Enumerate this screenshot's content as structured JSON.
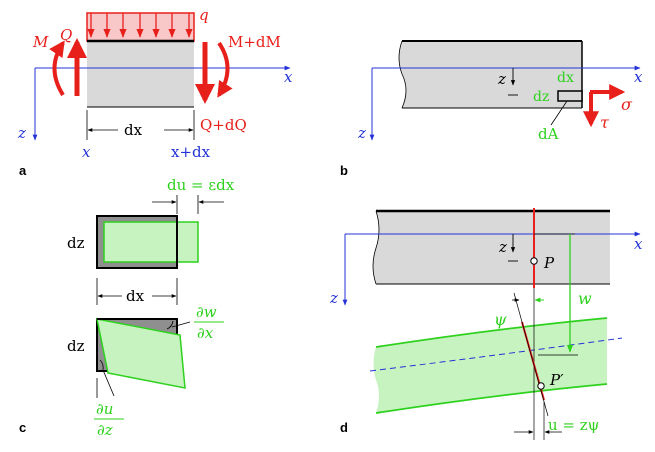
{
  "colors": {
    "red": "#e8201b",
    "green": "#2fd11f",
    "blue": "#2433d6",
    "beam": "#d9d9d9",
    "beam_dark": "#8f8f8f",
    "green_fill": "#c7f3c0",
    "load_fill": "#f8c7c7"
  },
  "panels": {
    "a": {
      "label": "a",
      "q": "q",
      "Q": "Q",
      "M": "M",
      "M_dM": "M+dM",
      "Q_dQ": "Q+dQ",
      "x_axis": "x",
      "z_axis": "z",
      "dx": "dx",
      "x_left": "x",
      "x_right": "x+dx"
    },
    "b": {
      "label": "b",
      "x_axis": "x",
      "z_axis": "z",
      "z_dim": "z",
      "dx": "dx",
      "dz": "dz",
      "dA": "dA",
      "sigma": "σ",
      "tau": "τ"
    },
    "c": {
      "label": "c",
      "du_eq": "du = εdx",
      "dz_top": "dz",
      "dx": "dx",
      "dz_bottom": "dz",
      "dw": "∂w",
      "dx_den": "∂x",
      "du": "∂u",
      "dz_den": "∂z"
    },
    "d": {
      "label": "d",
      "x_axis": "x",
      "z_axis": "z",
      "z_dim": "z",
      "P": "P",
      "P_prime": "P′",
      "w": "w",
      "psi": "ψ",
      "u_eq": "u = zψ"
    }
  }
}
